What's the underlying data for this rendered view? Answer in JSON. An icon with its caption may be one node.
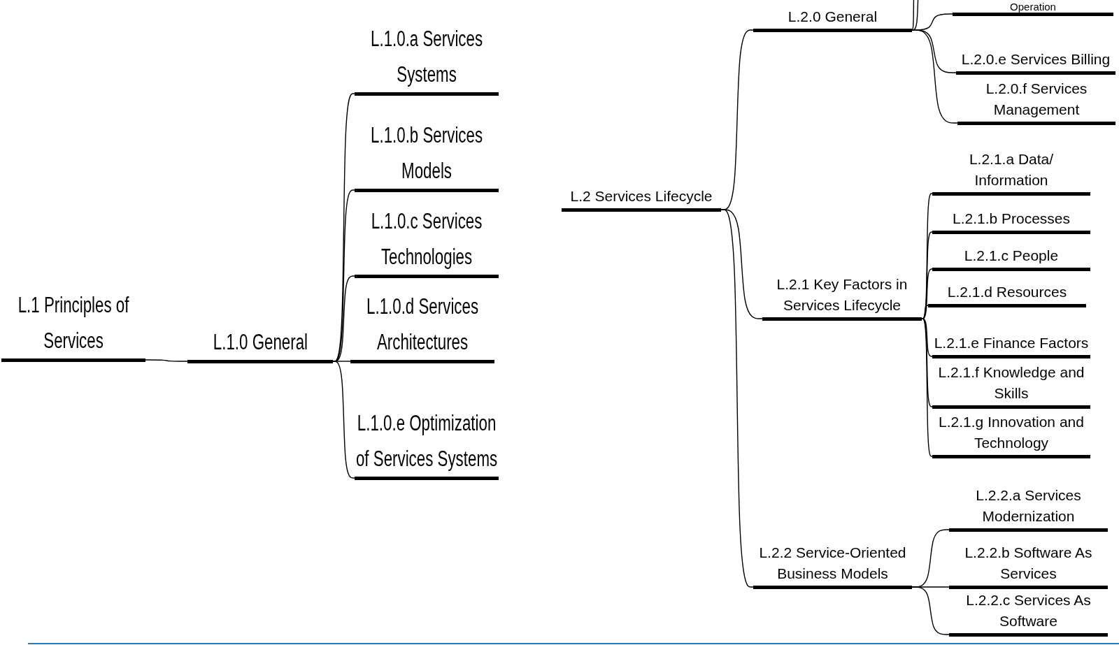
{
  "diagram": {
    "nodes": [
      {
        "text": [
          "L.1 Principles of Services"
        ]
      },
      {
        "text": [
          "L.1.0 General"
        ]
      },
      {
        "text": [
          "L.1.0.a Services Systems"
        ]
      },
      {
        "text": [
          "L.1.0.b Services Models"
        ]
      },
      {
        "text": [
          "L.1.0.c Services Technologies"
        ]
      },
      {
        "text": [
          "L.1.0.d Services Architectures"
        ]
      },
      {
        "text": [
          "L.1.0.e Optimization of Services Systems"
        ]
      },
      {
        "text": [
          "L.2 Services Lifecycle"
        ]
      },
      {
        "text": [
          "L.2.0 General"
        ]
      },
      {
        "text": [
          "Operation"
        ]
      },
      {
        "text": [
          "L.2.0.e Services Billing"
        ]
      },
      {
        "text": [
          "L.2.0.f Services Management"
        ]
      },
      {
        "text": [
          "L.2.1 Key Factors in Services Lifecycle"
        ]
      },
      {
        "text": [
          "L.2.1.a Data/ Information"
        ]
      },
      {
        "text": [
          "L.2.1.b Processes"
        ]
      },
      {
        "text": [
          "L.2.1.c People"
        ]
      },
      {
        "text": [
          "L.2.1.d Resources"
        ]
      },
      {
        "text": [
          "L.2.1.e Finance Factors"
        ]
      },
      {
        "text": [
          "L.2.1.f Knowledge and Skills"
        ]
      },
      {
        "text": [
          "L.2.1.g Innovation and Technology"
        ]
      },
      {
        "text": [
          "L.2.2 Service-Oriented Business Models"
        ]
      },
      {
        "text": [
          "L.2.2.a Services Modernization"
        ]
      },
      {
        "text": [
          "L.2.2.b Software As Services"
        ]
      },
      {
        "text": [
          "L.2.2.c Services As Software"
        ]
      }
    ],
    "edges": [
      {
        "from": 0,
        "to": 1,
        "arrow": "none"
      },
      {
        "from": 1,
        "to": 2,
        "arrow": "none"
      },
      {
        "from": 1,
        "to": 3,
        "arrow": "none"
      },
      {
        "from": 1,
        "to": 4,
        "arrow": "none"
      },
      {
        "from": 1,
        "to": 5,
        "arrow": "none"
      },
      {
        "from": 1,
        "to": 6,
        "arrow": "none"
      },
      {
        "from": 7,
        "to": 8,
        "arrow": "none"
      },
      {
        "from": 7,
        "to": 12,
        "arrow": "none"
      },
      {
        "from": 7,
        "to": 20,
        "arrow": "none"
      },
      {
        "from": 8,
        "to": null,
        "arrow": "none"
      },
      {
        "from": 8,
        "to": null,
        "arrow": "none"
      },
      {
        "from": 8,
        "to": 9,
        "arrow": "none"
      },
      {
        "from": 8,
        "to": 10,
        "arrow": "none"
      },
      {
        "from": 8,
        "to": 11,
        "arrow": "none"
      },
      {
        "from": 12,
        "to": 13,
        "arrow": "none"
      },
      {
        "from": 12,
        "to": 14,
        "arrow": "none"
      },
      {
        "from": 12,
        "to": 15,
        "arrow": "none"
      },
      {
        "from": 12,
        "to": 16,
        "arrow": "none"
      },
      {
        "from": 12,
        "to": 17,
        "arrow": "none"
      },
      {
        "from": 12,
        "to": 18,
        "arrow": "none"
      },
      {
        "from": 12,
        "to": 19,
        "arrow": "none"
      },
      {
        "from": 20,
        "to": 21,
        "arrow": "none"
      },
      {
        "from": 20,
        "to": 22,
        "arrow": "none"
      },
      {
        "from": 20,
        "to": 23,
        "arrow": "none"
      }
    ]
  }
}
